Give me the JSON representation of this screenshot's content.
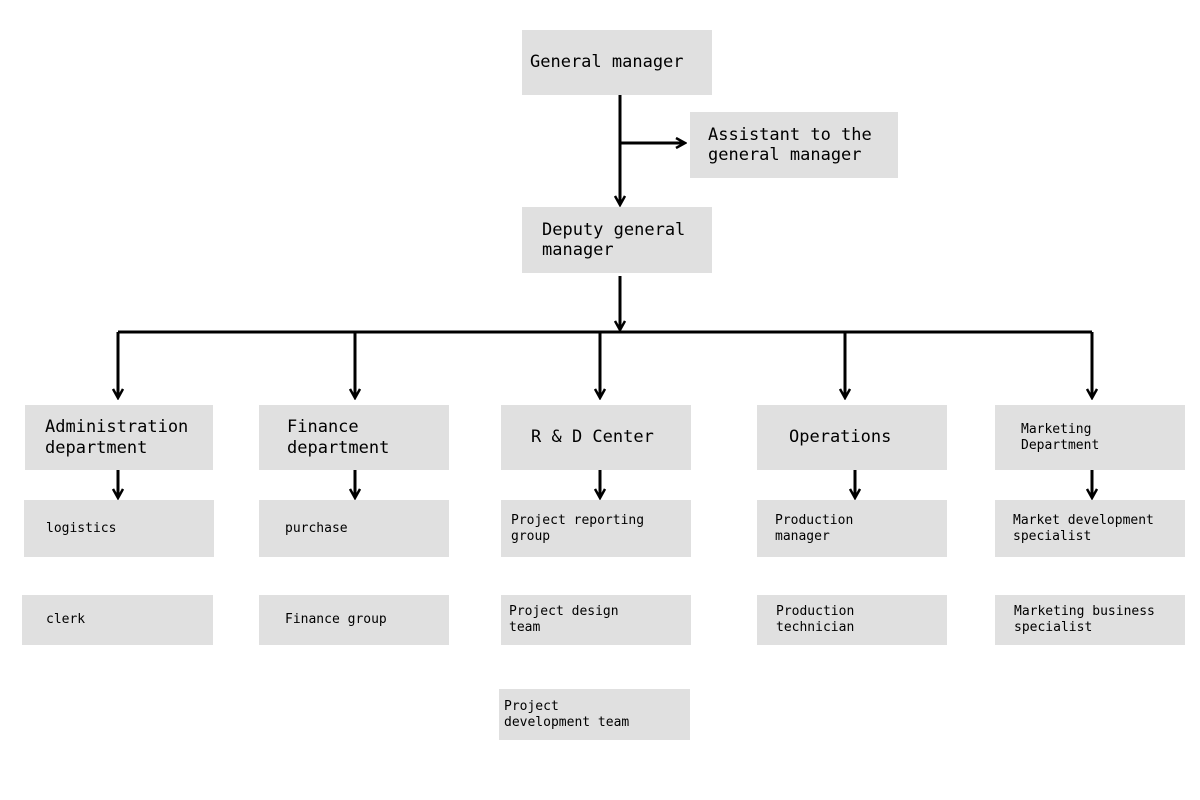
{
  "top": {
    "general_manager": "General manager",
    "assistant": "Assistant to the\ngeneral manager",
    "deputy": "Deputy general\nmanager"
  },
  "departments": [
    {
      "name": "Administration\ndepartment",
      "units": [
        "logistics",
        "clerk"
      ]
    },
    {
      "name": "Finance\ndepartment",
      "units": [
        "purchase",
        "Finance group"
      ]
    },
    {
      "name": "R & D Center",
      "units": [
        "Project reporting\ngroup",
        "Project design\nteam",
        "Project\ndevelopment team"
      ]
    },
    {
      "name": "Operations",
      "units": [
        "Production\nmanager",
        "Production\ntechnician"
      ]
    },
    {
      "name": "Marketing\nDepartment",
      "units": [
        "Market development\nspecialist",
        "Marketing business\nspecialist"
      ]
    }
  ]
}
